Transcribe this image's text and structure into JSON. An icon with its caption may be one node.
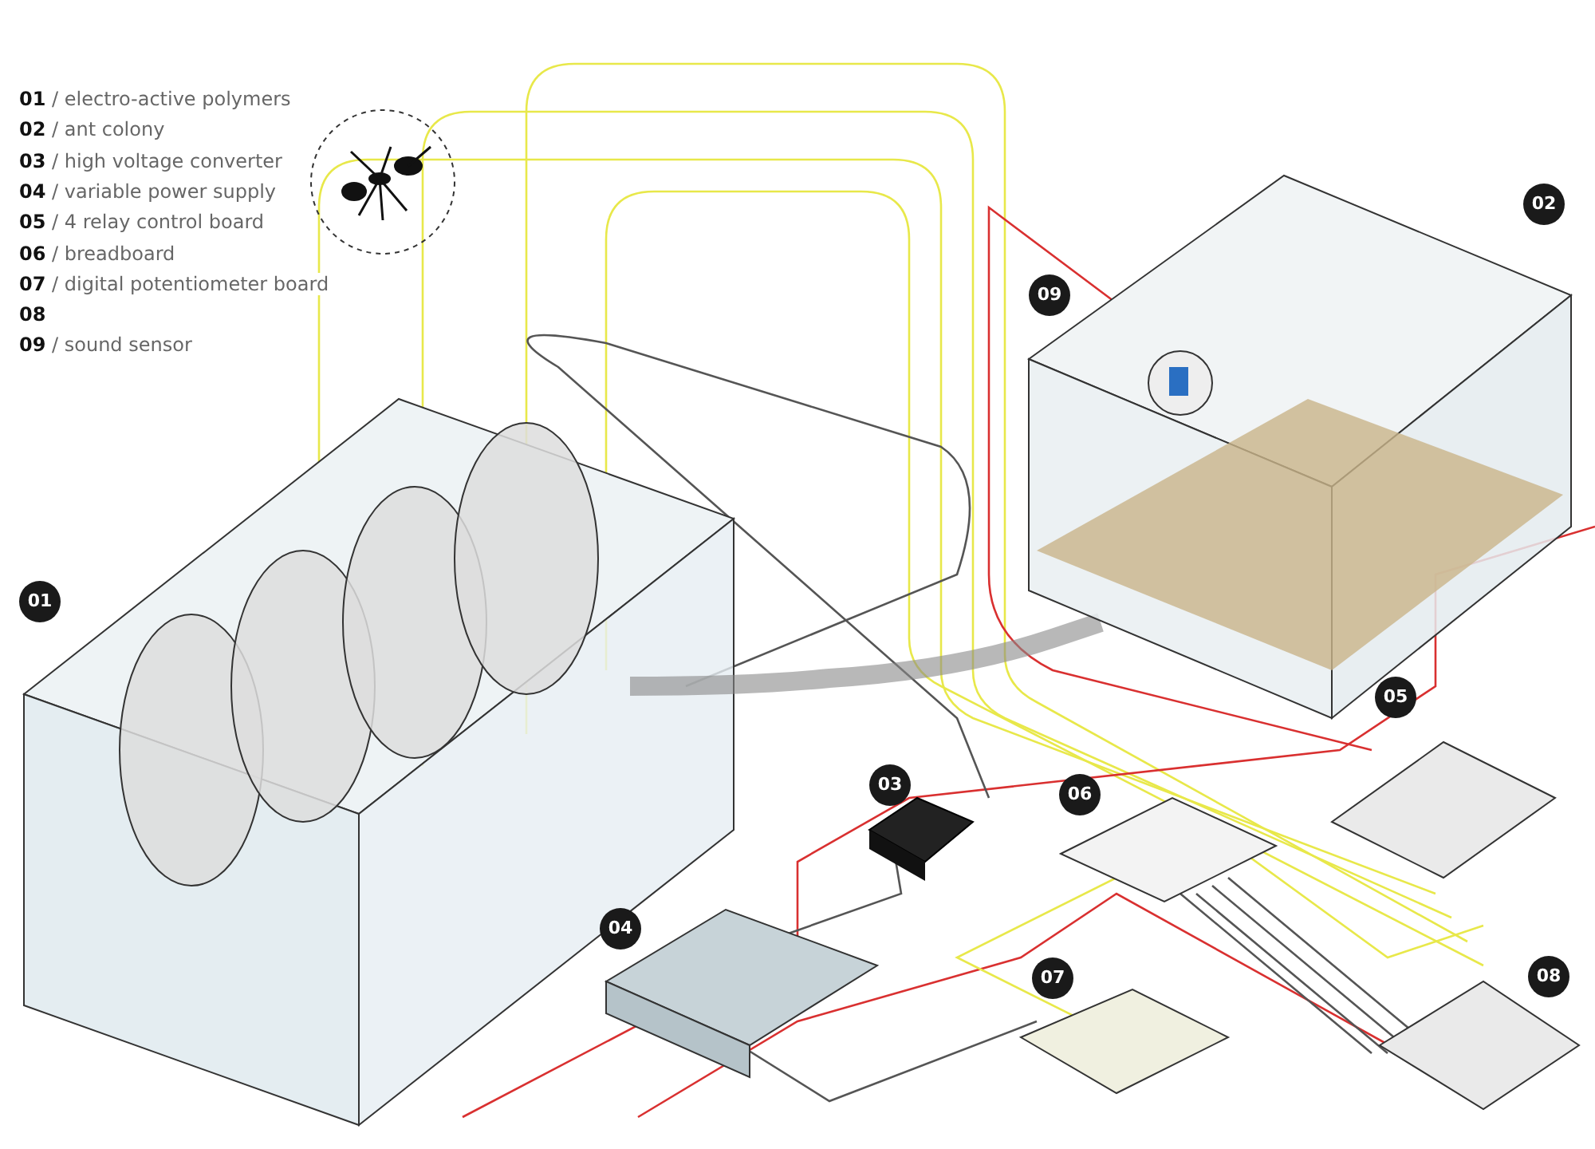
{
  "diagram": {
    "labels": [
      "**01** / electro-active polymers",
      "**02** / ant colony",
      "**03** / high voltage converter",
      "**04** / variable power supply",
      "**05** / 4 relay control board",
      "**06** / breadboard",
      "**07** / digital potentiometer board",
      "**08**",
      "**09** / sound sensor",
      "02",
      "09",
      "01",
      "05",
      "03",
      "06",
      "04",
      "07",
      "08"
    ]
  }
}
